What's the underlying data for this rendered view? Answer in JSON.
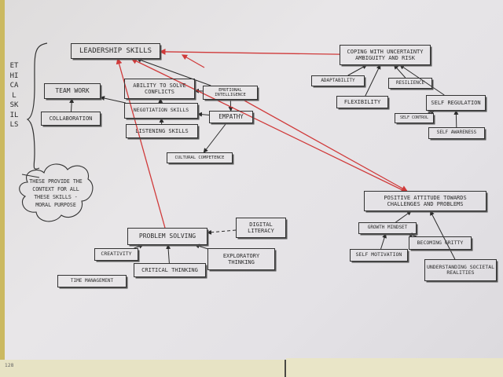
{
  "diagram": {
    "side_label": "ETHICAL SKILLS",
    "note": "THESE PROVIDE THE CONTEXT FOR ALL THESE SKILLS - MORAL PURPOSE",
    "page_number": "128",
    "nodes": {
      "leadership": "LEADERSHIP SKILLS",
      "teamwork": "TEAM WORK",
      "collaboration": "COLLABORATION",
      "solve_conflicts": "ABILITY TO SOLVE CONFLICTS",
      "negotiation": "NEGOTIATION SKILLS",
      "listening": "LISTENING SKILLS",
      "emotional_intelligence": "EMOTIONAL INTELLIGENCE",
      "empathy": "EMPATHY",
      "cultural_competence": "CULTURAL COMPETENCE",
      "coping": "COPING WITH UNCERTAINTY AMBIGUITY AND RISK",
      "adaptability": "ADAPTABILITY",
      "flexibility": "FLEXIBILITY",
      "resilience": "RESILIENCE",
      "self_regulation": "SELF REGULATION",
      "self_control": "SELF CONTROL",
      "self_awareness": "SELF AWARENESS",
      "positive_attitude": "POSITIVE ATTITUDE TOWARDS CHALLENGES AND PROBLEMS",
      "growth_mindset": "GROWTH MINDSET",
      "becoming_gritty": "BECOMING GRITTY",
      "self_motivation": "SELF MOTIVATION",
      "societal_realities": "UNDERSTANDING SOCIETAL REALITIES",
      "problem_solving": "PROBLEM SOLVING",
      "digital_literacy": "DIGITAL LITERACY",
      "creativity": "CREATIVITY",
      "critical_thinking": "CRITICAL THINKING",
      "exploratory_thinking": "EXPLORATORY THINKING",
      "time_management": "TIME MANAGEMENT"
    },
    "edges": [
      {
        "from": "collaboration",
        "to": "teamwork",
        "style": "black"
      },
      {
        "from": "negotiation",
        "to": "teamwork",
        "style": "black"
      },
      {
        "from": "negotiation",
        "to": "solve_conflicts",
        "style": "black"
      },
      {
        "from": "listening",
        "to": "negotiation",
        "style": "black"
      },
      {
        "from": "emotional_intelligence",
        "to": "solve_conflicts",
        "style": "black"
      },
      {
        "from": "emotional_intelligence",
        "to": "leadership",
        "style": "black"
      },
      {
        "from": "emotional_intelligence",
        "to": "empathy",
        "style": "black"
      },
      {
        "from": "empathy",
        "to": "negotiation",
        "style": "black"
      },
      {
        "from": "empathy",
        "to": "cultural_competence",
        "style": "black"
      },
      {
        "from": "coping",
        "to": "leadership",
        "style": "red"
      },
      {
        "from": "adaptability",
        "to": "coping",
        "style": "black"
      },
      {
        "from": "flexibility",
        "to": "coping",
        "style": "black"
      },
      {
        "from": "resilience",
        "to": "coping",
        "style": "black"
      },
      {
        "from": "self_regulation",
        "to": "coping",
        "style": "black"
      },
      {
        "from": "self_control",
        "to": "self_regulation",
        "style": "black"
      },
      {
        "from": "self_awareness",
        "to": "self_regulation",
        "style": "black"
      },
      {
        "from": "emotional_intelligence",
        "to": "positive_attitude",
        "style": "red"
      },
      {
        "from": "positive_attitude",
        "to": "leadership",
        "style": "red"
      },
      {
        "from": "growth_mindset",
        "to": "positive_attitude",
        "style": "black"
      },
      {
        "from": "self_motivation",
        "to": "growth_mindset",
        "style": "black"
      },
      {
        "from": "becoming_gritty",
        "to": "growth_mindset",
        "style": "black"
      },
      {
        "from": "societal_realities",
        "to": "positive_attitude",
        "style": "black"
      },
      {
        "from": "problem_solving",
        "to": "leadership",
        "style": "red"
      },
      {
        "from": "creativity",
        "to": "problem_solving",
        "style": "black"
      },
      {
        "from": "critical_thinking",
        "to": "problem_solving",
        "style": "black"
      },
      {
        "from": "exploratory_thinking",
        "to": "problem_solving",
        "style": "black"
      },
      {
        "from": "digital_literacy",
        "to": "problem_solving",
        "style": "dashed"
      }
    ],
    "colors": {
      "ink": "#2b2b2b",
      "red_ink": "#d03a3a"
    }
  }
}
